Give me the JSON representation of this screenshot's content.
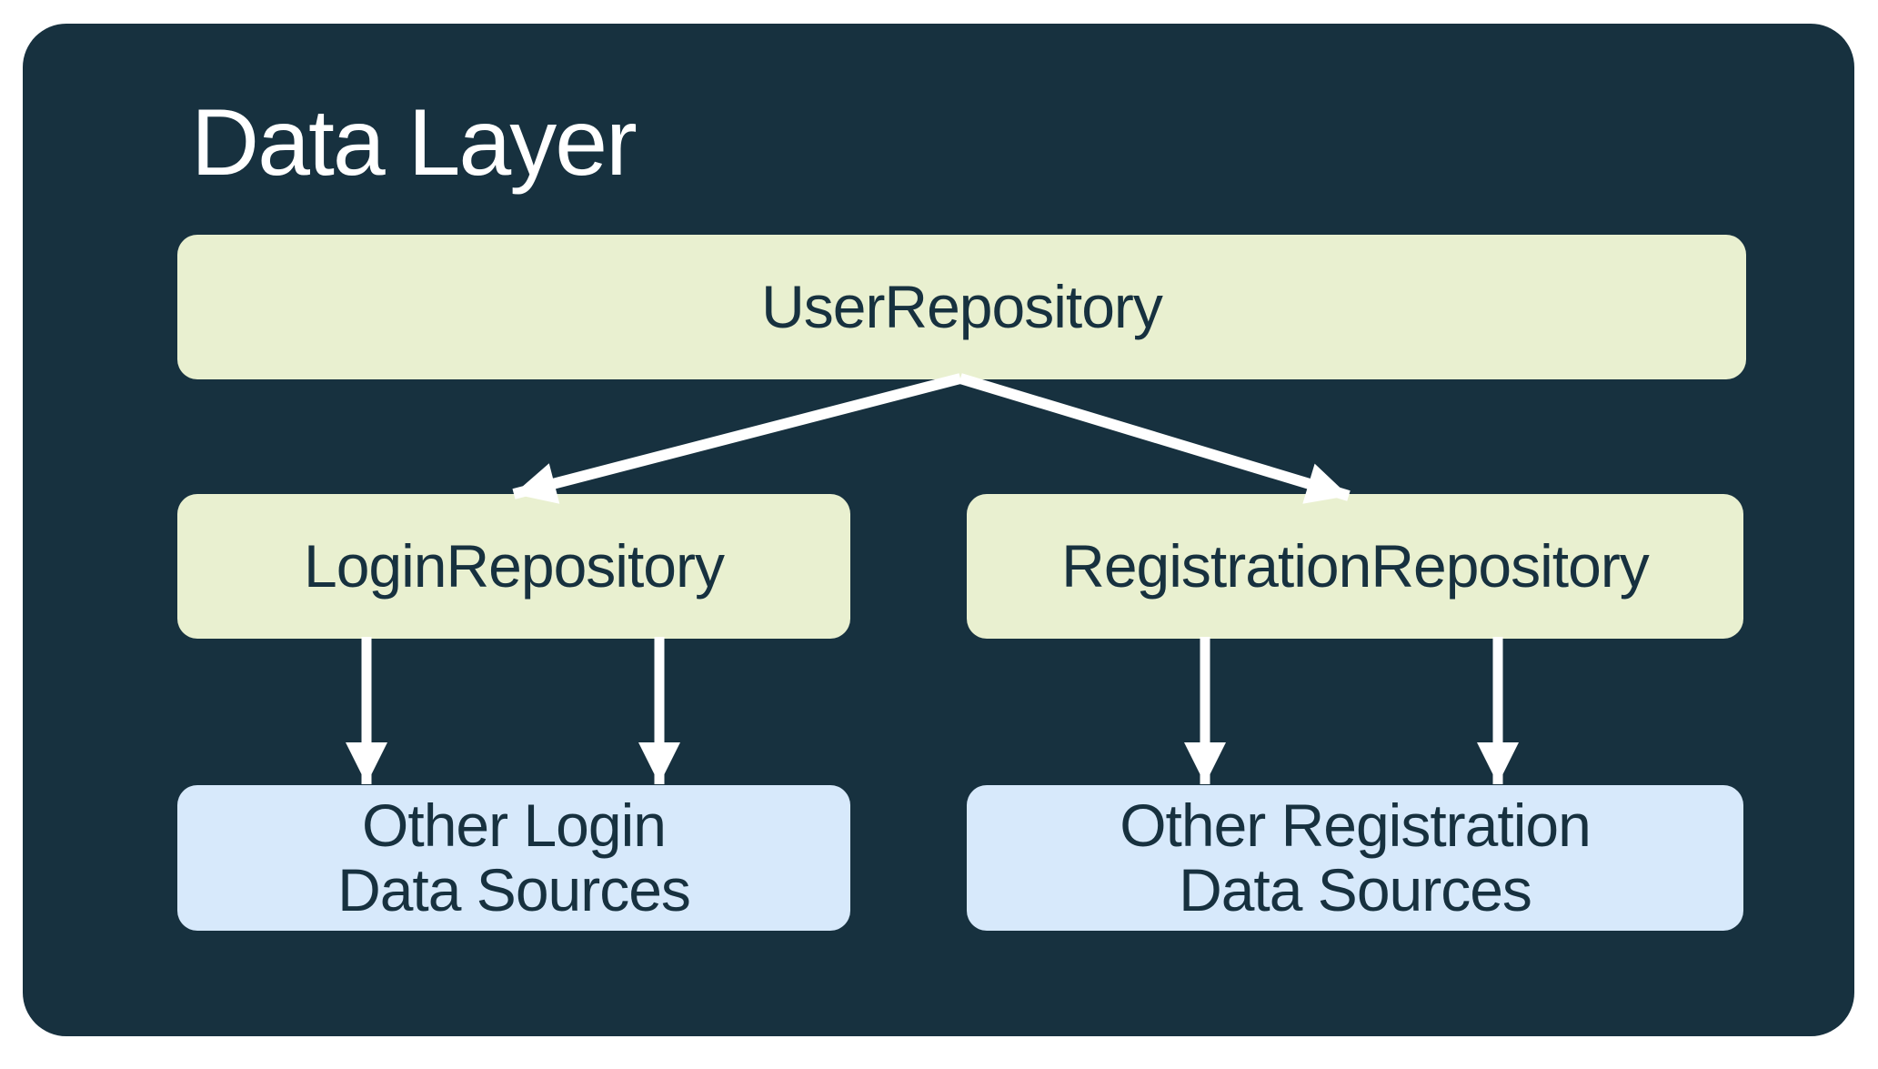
{
  "diagram": {
    "title": "Data Layer",
    "nodes": {
      "user_repository": {
        "label": "UserRepository",
        "kind": "repository"
      },
      "login_repository": {
        "label": "LoginRepository",
        "kind": "repository"
      },
      "registration_repository": {
        "label": "RegistrationRepository",
        "kind": "repository"
      },
      "other_login_data_sources": {
        "lines": [
          "Other Login",
          "Data Sources"
        ],
        "kind": "data-source"
      },
      "other_registration_data_sources": {
        "lines": [
          "Other Registration",
          "Data Sources"
        ],
        "kind": "data-source"
      }
    },
    "edges": [
      {
        "from": "UserRepository",
        "to": "LoginRepository"
      },
      {
        "from": "UserRepository",
        "to": "RegistrationRepository"
      },
      {
        "from": "LoginRepository",
        "to": "Other Login Data Sources"
      },
      {
        "from": "LoginRepository",
        "to": "Other Login Data Sources"
      },
      {
        "from": "RegistrationRepository",
        "to": "Other Registration Data Sources"
      },
      {
        "from": "RegistrationRepository",
        "to": "Other Registration Data Sources"
      }
    ],
    "colors": {
      "canvas_background": "#FFFFFF",
      "panel_background": "#17313F",
      "repository_box": "#E9F0D0",
      "data_source_box": "#D7E9FB",
      "box_text": "#17313F",
      "title_text": "#FFFFFF",
      "arrow": "#FFFFFF"
    }
  }
}
